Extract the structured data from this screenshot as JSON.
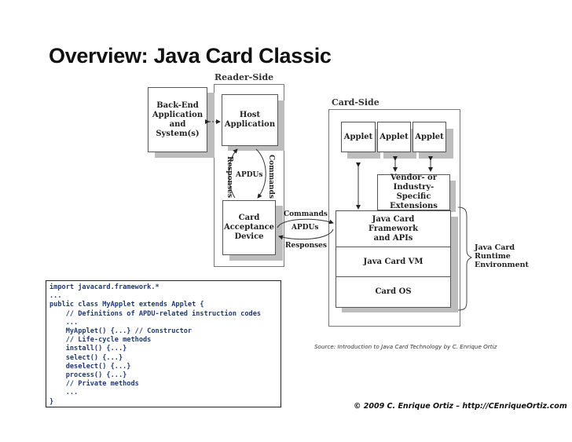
{
  "slide": {
    "title": "Overview: Java Card Classic",
    "source": "Source: Introduction to Java Card Technology by C. Enrique Ortiz",
    "copyright": "© 2009 C. Enrique Ortiz – http://CEnriqueOrtiz.com"
  },
  "diagram": {
    "reader_side": {
      "title": "Reader-Side",
      "host_application": "Host\nApplication",
      "card_acceptance_device": "Card\nAcceptance\nDevice",
      "apdus_label": "APDUs",
      "commands_label": "Commands",
      "responses_label": "Responses"
    },
    "backend": {
      "label": "Back-End\nApplication\nand\nSystem(s)"
    },
    "link": {
      "commands_label": "Commands",
      "apdus_label": "APDUs",
      "responses_label": "Responses"
    },
    "card_side": {
      "title": "Card-Side",
      "applets": [
        "Applet",
        "Applet",
        "Applet"
      ],
      "extensions": "Vendor- or\nIndustry-Specific\nExtensions",
      "framework": "Java Card\nFramework\nand APIs",
      "vm": "Java Card VM",
      "os": "Card OS"
    },
    "runtime_brace_label": "Java Card\nRuntime\nEnvironment"
  },
  "code": {
    "lines": [
      "import javacard.framework.*",
      "...",
      "public class MyApplet extends Applet {",
      "    // Definitions of APDU-related instruction codes",
      "    ...",
      "    MyApplet() {...} // Constructor",
      "    // Life-cycle methods",
      "    install() {...}",
      "    select() {...}",
      "    deselect() {...}",
      "    process() {...}",
      "    // Private methods",
      "    ...",
      "}"
    ]
  }
}
